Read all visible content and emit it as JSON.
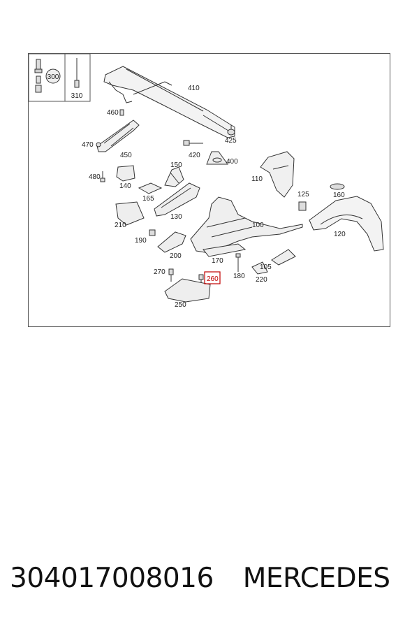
{
  "diagram": {
    "inset_labels": [
      "300",
      "310"
    ],
    "parts": [
      {
        "id": "410",
        "label": "410"
      },
      {
        "id": "460",
        "label": "460"
      },
      {
        "id": "470",
        "label": "470"
      },
      {
        "id": "450",
        "label": "450"
      },
      {
        "id": "425",
        "label": "425"
      },
      {
        "id": "420",
        "label": "420"
      },
      {
        "id": "400",
        "label": "400"
      },
      {
        "id": "480",
        "label": "480"
      },
      {
        "id": "140",
        "label": "140"
      },
      {
        "id": "150",
        "label": "150"
      },
      {
        "id": "165",
        "label": "165"
      },
      {
        "id": "110",
        "label": "110"
      },
      {
        "id": "125",
        "label": "125"
      },
      {
        "id": "160",
        "label": "160"
      },
      {
        "id": "130",
        "label": "130"
      },
      {
        "id": "210",
        "label": "210"
      },
      {
        "id": "100",
        "label": "100"
      },
      {
        "id": "120",
        "label": "120"
      },
      {
        "id": "190",
        "label": "190"
      },
      {
        "id": "200",
        "label": "200"
      },
      {
        "id": "170",
        "label": "170"
      },
      {
        "id": "180",
        "label": "180"
      },
      {
        "id": "220",
        "label": "220"
      },
      {
        "id": "105",
        "label": "105"
      },
      {
        "id": "270",
        "label": "270"
      },
      {
        "id": "260",
        "label": "260",
        "highlighted": true
      },
      {
        "id": "250",
        "label": "250"
      }
    ],
    "highlight_color": "#c00000"
  },
  "footer": {
    "part_number": "304017008016",
    "brand": "MERCEDES"
  }
}
